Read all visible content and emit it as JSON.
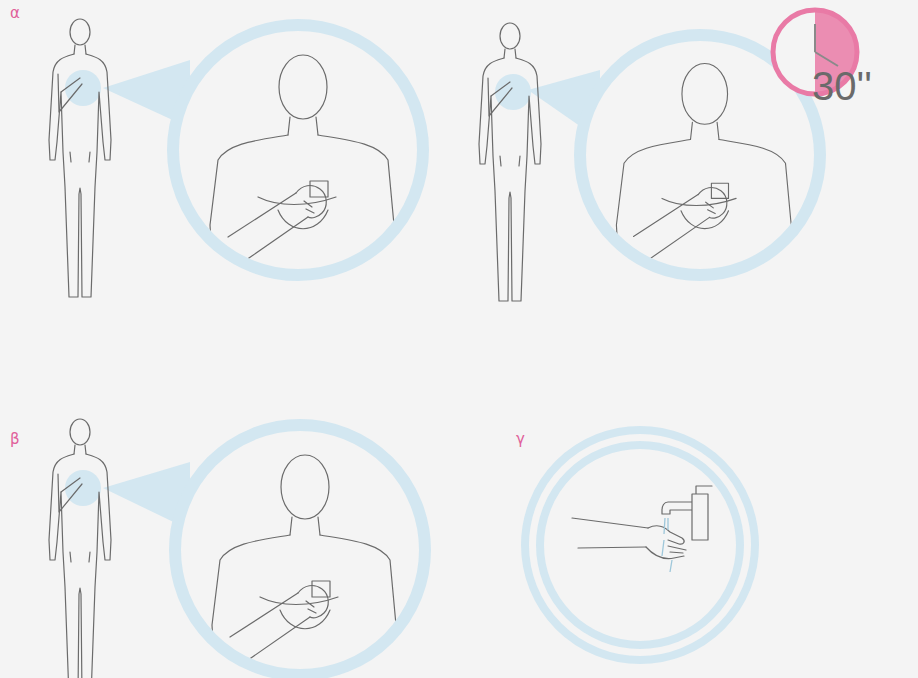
{
  "diagram": {
    "labels": [
      "α",
      "30''",
      "β",
      "γ"
    ]
  }
}
